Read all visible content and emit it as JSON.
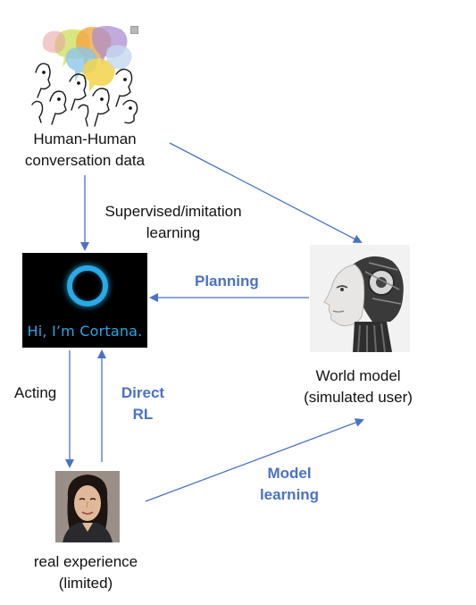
{
  "nodes": {
    "human_data": {
      "lines": [
        "Human-Human",
        "conversation data"
      ]
    },
    "agent": {
      "greeting": "Hi, I’m Cortana."
    },
    "world_model": {
      "lines": [
        "World model",
        "(simulated user)"
      ]
    },
    "real_experience": {
      "lines": [
        "real experience",
        "(limited)"
      ]
    }
  },
  "edges": {
    "supervised": {
      "lines": [
        "Supervised/imitation",
        "learning"
      ]
    },
    "planning": {
      "label": "Planning"
    },
    "acting": {
      "label": "Acting"
    },
    "direct_rl": {
      "lines": [
        "Direct",
        "RL"
      ]
    },
    "model_learning": {
      "lines": [
        "Model",
        "learning"
      ]
    }
  },
  "colors": {
    "arrow": "#4a72c4",
    "highlight_label": "#4a72c4",
    "cortana_ring": "#29a9e6",
    "panel_background": "#000000"
  }
}
